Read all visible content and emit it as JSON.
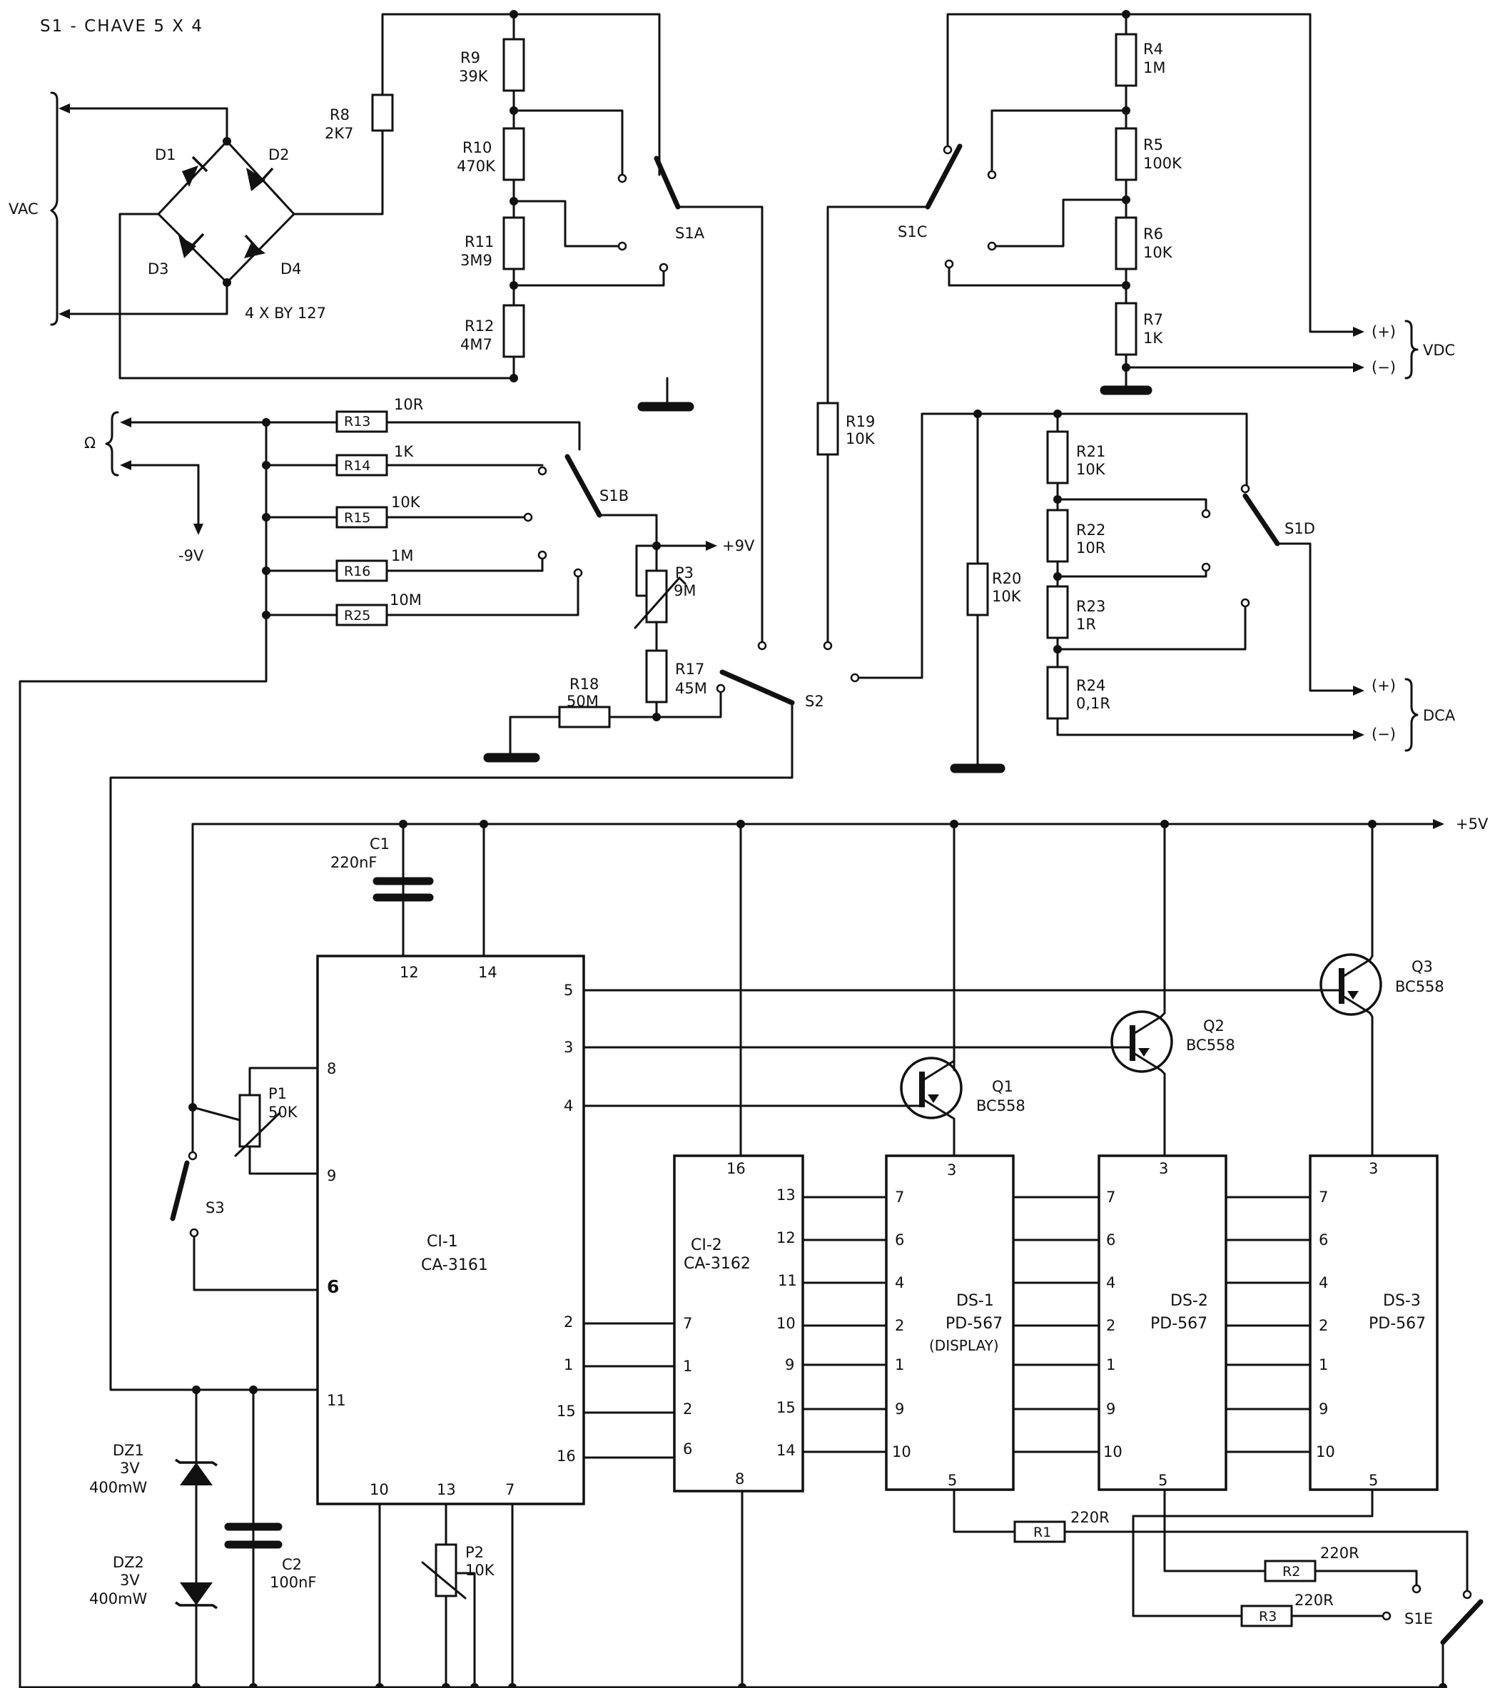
{
  "title": "S1 - CHAVE 5 X 4",
  "terminals": {
    "vac": "VAC",
    "vdc": "VDC",
    "dca": "DCA",
    "ohm": "Ω",
    "minus9v": "-9V",
    "plus9v": "+9V",
    "plus5v": "+5V",
    "plus": "(+)",
    "minus": "(−)"
  },
  "diodes": {
    "d1": "D1",
    "d2": "D2",
    "d3": "D3",
    "d4": "D4",
    "note": "4 X BY 127"
  },
  "resistors": {
    "r1": {
      "name": "R1",
      "value": "220R"
    },
    "r2": {
      "name": "R2",
      "value": "220R"
    },
    "r3": {
      "name": "R3",
      "value": "220R"
    },
    "r4": {
      "name": "R4",
      "value": "1M"
    },
    "r5": {
      "name": "R5",
      "value": "100K"
    },
    "r6": {
      "name": "R6",
      "value": "10K"
    },
    "r7": {
      "name": "R7",
      "value": "1K"
    },
    "r8": {
      "name": "R8",
      "value": "2K7"
    },
    "r9": {
      "name": "R9",
      "value": "39K"
    },
    "r10": {
      "name": "R10",
      "value": "470K"
    },
    "r11": {
      "name": "R11",
      "value": "3M9"
    },
    "r12": {
      "name": "R12",
      "value": "4M7"
    },
    "r13": {
      "name": "R13",
      "value": "10R"
    },
    "r14": {
      "name": "R14",
      "value": "1K"
    },
    "r15": {
      "name": "R15",
      "value": "10K"
    },
    "r16": {
      "name": "R16",
      "value": "1M"
    },
    "r17": {
      "name": "R17",
      "value": "45M"
    },
    "r18": {
      "name": "R18",
      "value": "50M"
    },
    "r19": {
      "name": "R19",
      "value": "10K"
    },
    "r20": {
      "name": "R20",
      "value": "10K"
    },
    "r21": {
      "name": "R21",
      "value": "10K"
    },
    "r22": {
      "name": "R22",
      "value": "10R"
    },
    "r23": {
      "name": "R23",
      "value": "1R"
    },
    "r24": {
      "name": "R24",
      "value": "0,1R"
    },
    "r25": {
      "name": "R25",
      "value": "10M"
    }
  },
  "pots": {
    "p1": {
      "name": "P1",
      "value": "50K"
    },
    "p2": {
      "name": "P2",
      "value": "10K"
    },
    "p3": {
      "name": "P3",
      "value": "9M"
    }
  },
  "capacitors": {
    "c1": {
      "name": "C1",
      "value": "220nF"
    },
    "c2": {
      "name": "C2",
      "value": "100nF"
    }
  },
  "zeners": {
    "dz1": {
      "name": "DZ1",
      "volt": "3V",
      "power": "400mW"
    },
    "dz2": {
      "name": "DZ2",
      "volt": "3V",
      "power": "400mW"
    }
  },
  "transistors": {
    "q1": {
      "name": "Q1",
      "type": "BC558"
    },
    "q2": {
      "name": "Q2",
      "type": "BC558"
    },
    "q3": {
      "name": "Q3",
      "type": "BC558"
    }
  },
  "switches": {
    "s1a": "S1A",
    "s1b": "S1B",
    "s1c": "S1C",
    "s1d": "S1D",
    "s1e": "S1E",
    "s2": "S2",
    "s3": "S3"
  },
  "ics": {
    "ci1": {
      "name": "CI-1",
      "part": "CA-3161"
    },
    "ci2": {
      "name": "CI-2",
      "part": "CA-3162"
    }
  },
  "displays": {
    "ds1": {
      "name": "DS-1",
      "part": "PD-567",
      "note": "(DISPLAY)"
    },
    "ds2": {
      "name": "DS-2",
      "part": "PD-567"
    },
    "ds3": {
      "name": "DS-3",
      "part": "PD-567"
    }
  },
  "pins": {
    "ci1_top": [
      "12",
      "14"
    ],
    "ci1_right": [
      "5",
      "3",
      "4"
    ],
    "ci1_left": [
      "8",
      "9",
      "6",
      "11"
    ],
    "ci1_lower_right": [
      "2",
      "1",
      "15",
      "16"
    ],
    "ci1_bottom": [
      "10",
      "13",
      "7"
    ],
    "ci2_top": "16",
    "ci2_left": [
      "7",
      "1",
      "2",
      "6"
    ],
    "ci2_right": [
      "13",
      "12",
      "11",
      "10",
      "9",
      "15",
      "14"
    ],
    "ci2_bottom": "8",
    "ds_top": "3",
    "ds_left": [
      "7",
      "6",
      "4",
      "2",
      "1",
      "9",
      "10"
    ],
    "ds_bottom": "5"
  }
}
